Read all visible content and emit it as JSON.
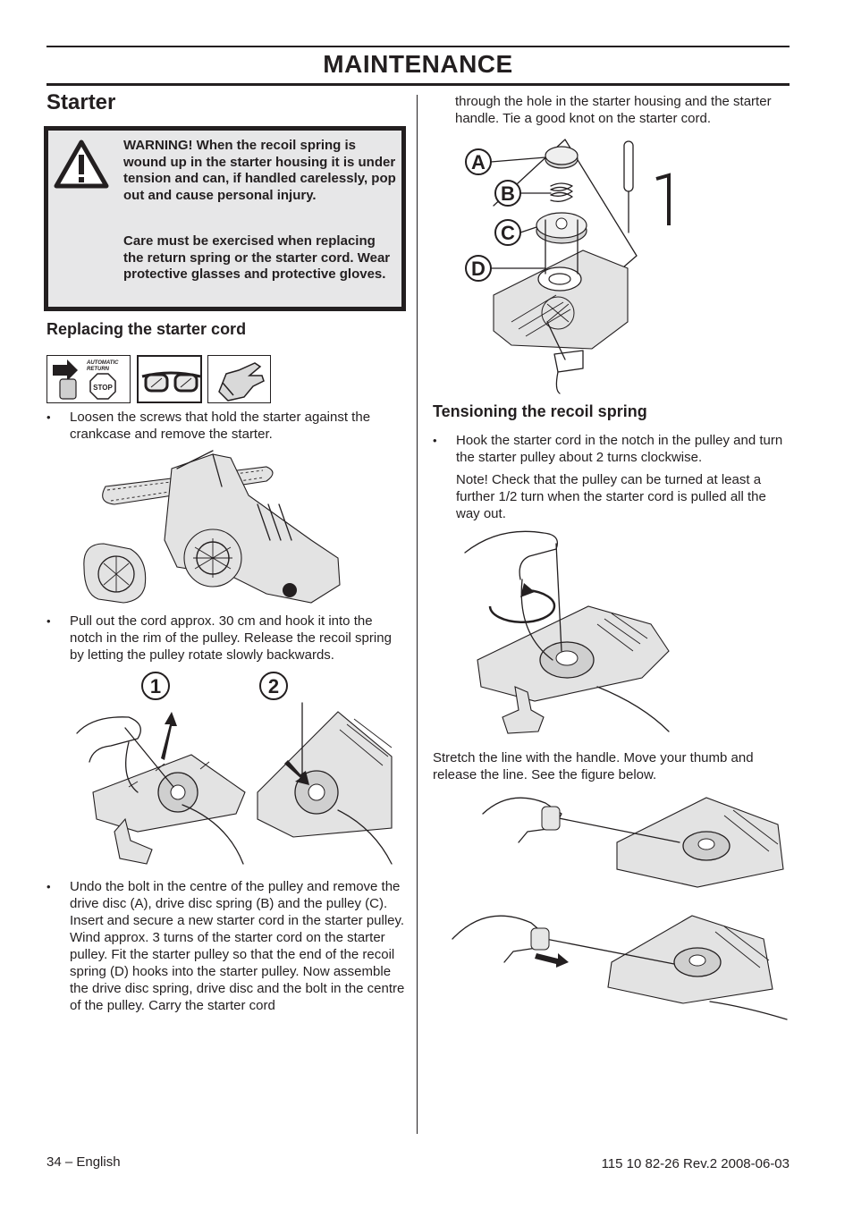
{
  "header": {
    "title": "MAINTENANCE"
  },
  "section": {
    "title": "Starter"
  },
  "warning": {
    "icon": "warning-triangle-icon",
    "paragraph1": "WARNING! When the recoil spring is wound up in the starter housing it is under tension and can, if handled carelessly, pop out and cause personal injury.",
    "paragraph2": "Care must be exercised when replacing the return spring or the starter cord. Wear protective glasses and protective gloves."
  },
  "replacing": {
    "title": "Replacing the starter cord",
    "icons": [
      {
        "name": "automatic-return-stop-icon",
        "lines": [
          "AUTOMATIC",
          "RETURN"
        ],
        "stop": "STOP"
      },
      {
        "name": "protective-glasses-icon"
      },
      {
        "name": "protective-glove-icon"
      }
    ],
    "bullet1": "Loosen the screws that hold the starter against the crankcase and remove the starter.",
    "bullet2": "Pull out the cord approx. 30 cm and hook it into the notch in the rim of the pulley. Release the recoil spring by letting the pulley rotate slowly backwards.",
    "steps": [
      "1",
      "2"
    ],
    "bullet3": "Undo the bolt in the centre of the pulley and remove the drive disc (A), drive disc spring (B) and the pulley (C). Insert and secure a new starter cord in the starter pulley. Wind approx. 3 turns of the starter cord on the starter pulley. Fit the starter pulley so that the end of the recoil spring (D) hooks into the starter pulley. Now assemble the drive disc spring, drive disc and the bolt in the centre of the pulley. Carry the starter cord",
    "continued": "through the hole in the starter housing and the starter handle. Tie a good knot on the starter cord."
  },
  "exploded_labels": [
    "A",
    "B",
    "C",
    "D"
  ],
  "tensioning": {
    "title": "Tensioning the recoil spring",
    "bullet1": "Hook the starter cord in the notch in the pulley and turn the starter pulley about 2 turns clockwise.",
    "note": "Note! Check that the pulley can be turned at least a further 1/2 turn when the starter cord is pulled all the way out.",
    "stretch": "Stretch the line with the handle. Move your thumb and release the line. See the figure below."
  },
  "footer": {
    "page": "34 – English",
    "doc_ref": "115 10 82-26 Rev.2 2008-06-03"
  }
}
